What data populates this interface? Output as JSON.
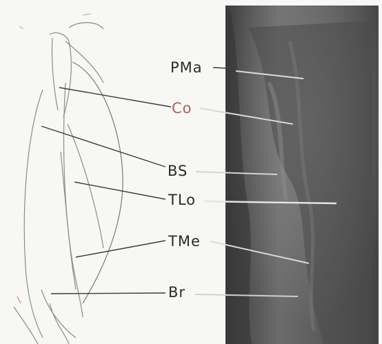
{
  "labels": {
    "pma": "PMa",
    "co": "Co",
    "bs": "BS",
    "tlo": "TLo",
    "tme": "TMe",
    "br": "Br"
  },
  "colors": {
    "label_text": "#2a2a2a",
    "co_label": "#b06060",
    "leader_line": "#3a3a3a",
    "mri_background": "#5a5a5a",
    "mri_highlight": "#e4e4e4",
    "sketch_background": "#f7f7f5"
  }
}
